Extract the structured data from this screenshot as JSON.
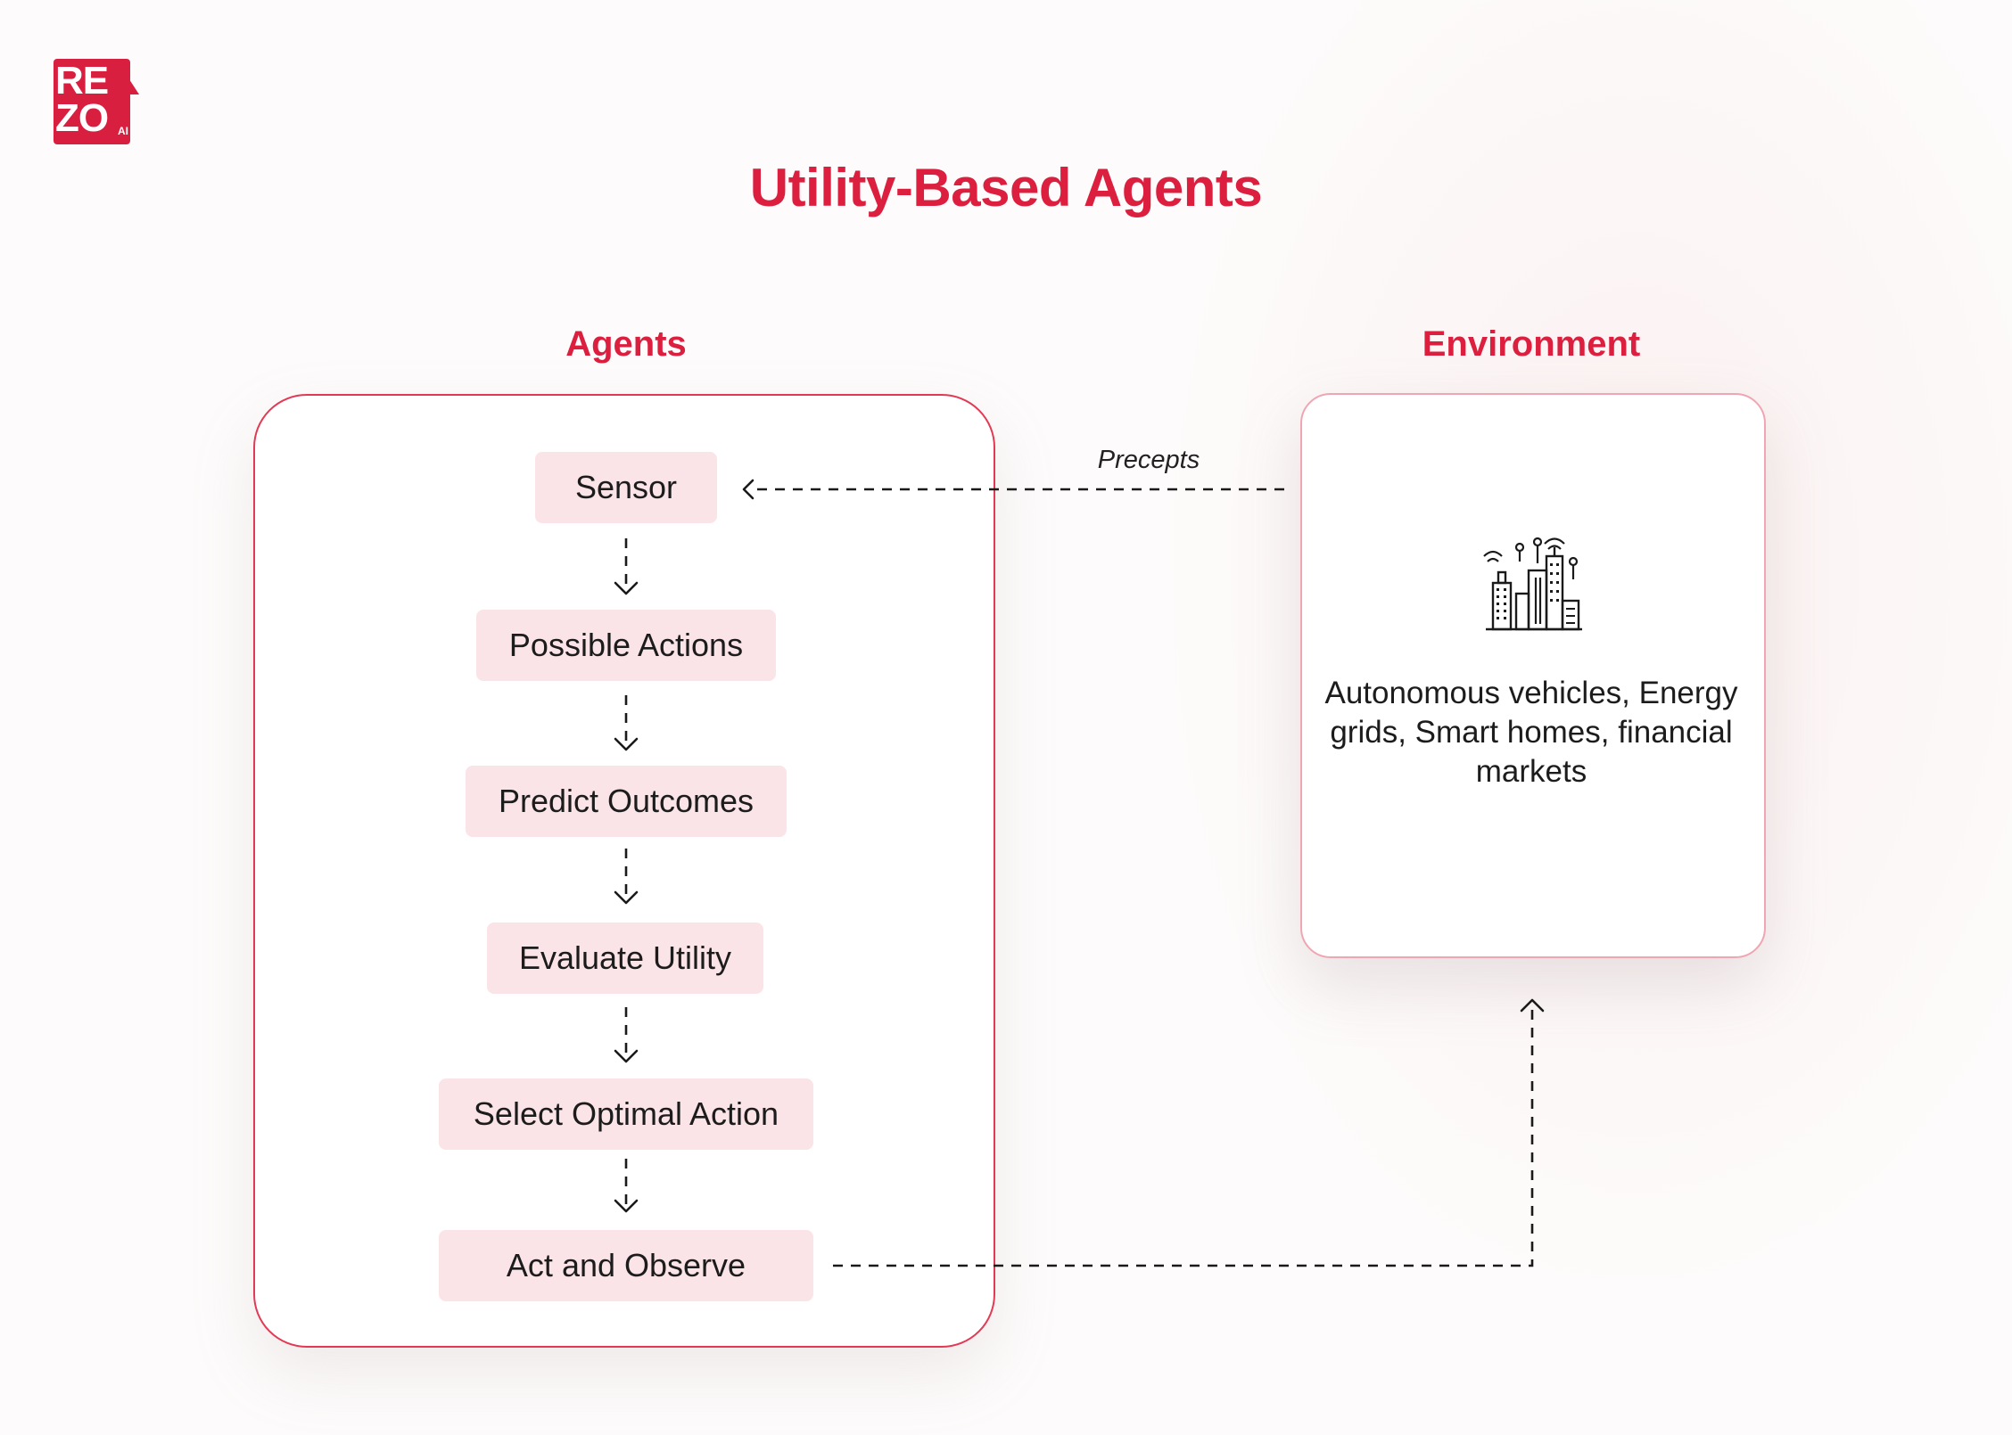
{
  "logo": {
    "line1": "RE",
    "line2": "ZO",
    "suffix": "AI"
  },
  "title": "Utility-Based Agents",
  "agents": {
    "label": "Agents",
    "steps": [
      "Sensor",
      "Possible Actions",
      "Predict Outcomes",
      "Evaluate Utility",
      "Select Optimal Action",
      "Act and Observe"
    ]
  },
  "environment": {
    "label": "Environment",
    "icon": "city-buildings-icon",
    "description": "Autonomous vehicles, Energy grids, Smart homes, financial markets"
  },
  "connections": {
    "precepts_label": "Precepts"
  },
  "colors": {
    "accent": "#dc1f3f",
    "step_fill": "#fbe4e7",
    "panel_border": "#e23a55"
  }
}
